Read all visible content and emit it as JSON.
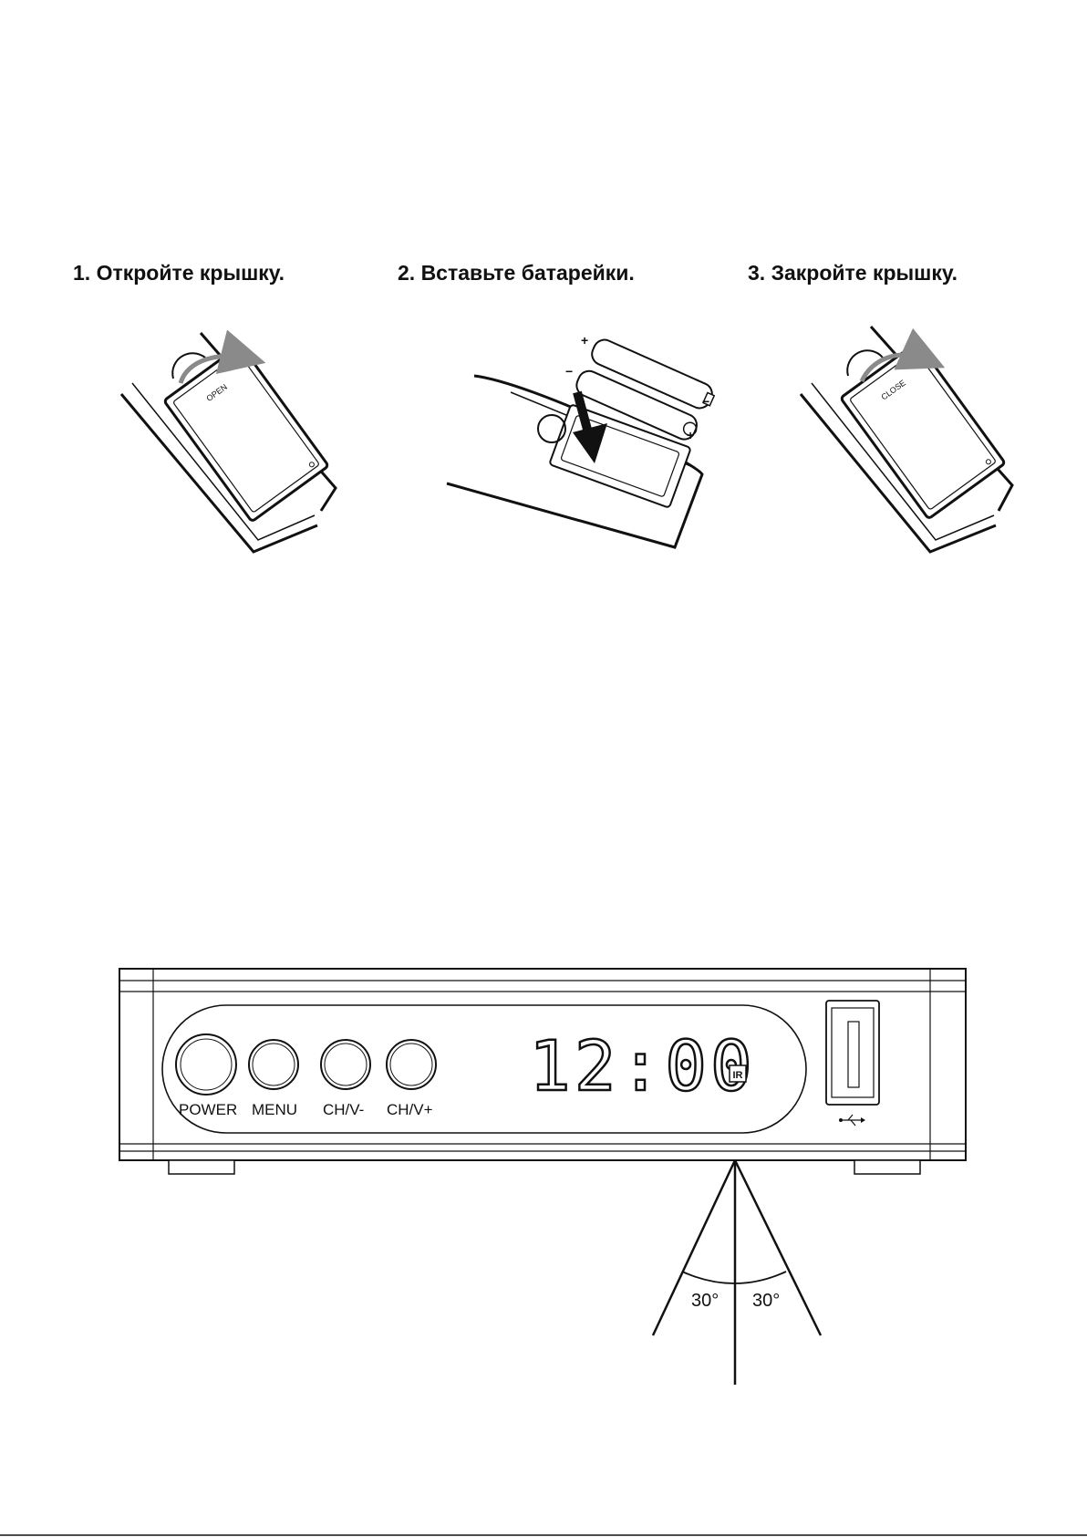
{
  "steps": [
    {
      "label": "1. Откройте крышку.",
      "cover_text": "OPEN"
    },
    {
      "label": "2. Вставьте батарейки."
    },
    {
      "label": "3. Закройте крышку.",
      "cover_text": "CLOSE"
    }
  ],
  "device": {
    "buttons": [
      "POWER",
      "MENU",
      "CH/V-",
      "CH/V+"
    ],
    "display": "12:00",
    "ir_badge": "IR",
    "usb_icon": "usb-icon"
  },
  "ir_angle": {
    "left": "30°",
    "right": "30°"
  }
}
